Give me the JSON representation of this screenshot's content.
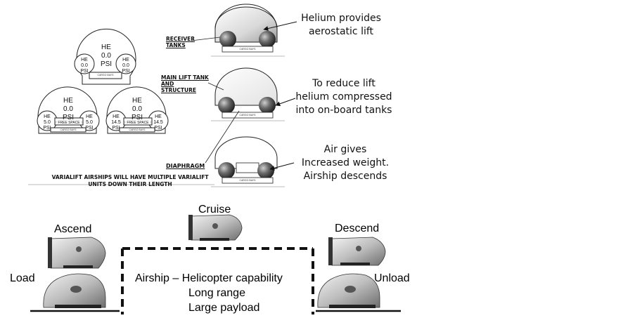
{
  "left_diagram": {
    "top_unit": {
      "center": [
        "HE",
        "0.0",
        "PSI"
      ],
      "left_tank": [
        "HE",
        "0.0",
        "PSI"
      ],
      "right_tank": [
        "HE",
        "0.0",
        "PSI"
      ]
    },
    "left_unit": {
      "center": [
        "HE",
        "0.0",
        "PSI"
      ],
      "left_tank": [
        "HE",
        "5.0",
        "PSI"
      ],
      "right_tank": [
        "HE",
        "5.0",
        "PSI"
      ],
      "free_space": "↑ FREE SPACE ↑"
    },
    "right_unit": {
      "center": [
        "HE",
        "0.0",
        "PSI"
      ],
      "left_tank": [
        "HE",
        "14.5",
        "PSI"
      ],
      "right_tank": [
        "HE",
        "14.5",
        "PSI"
      ],
      "free_space": "↑ FREE SPACE ↑"
    },
    "cargo_label": "CARGO BAYS",
    "caption_line1": "VARIALIFT AIRSHIPS WILL HAVE MULTIPLE VARIALIFT",
    "caption_line2": "UNITS DOWN THEIR LENGTH"
  },
  "middle_labels": {
    "receiver_tanks": "RECEIVER TANKS",
    "main_lift_tank": "MAIN LIFT TANK AND STRUCTURE",
    "diaphragm": "DIAPHRAGM"
  },
  "notes": {
    "helium_lift": [
      "Helium provides",
      "aerostatic lift"
    ],
    "reduce_lift": [
      "To reduce lift",
      "helium compressed",
      "into on-board tanks"
    ],
    "air_weight": [
      "Air gives",
      "Increased weight.",
      "Airship descends"
    ]
  },
  "flight": {
    "cruise": "Cruise",
    "ascend": "Ascend",
    "descend": "Descend",
    "load": "Load",
    "unload": "Unload",
    "center_text": [
      "Airship – Helicopter capability",
      "Long range",
      "Large payload"
    ]
  },
  "colors": {
    "ink": "#111111",
    "tank_dark": "#3a3a3a",
    "gradient_light": "#f4f4f4",
    "gradient_dark": "#9a9a9a",
    "dash": "#111111"
  }
}
